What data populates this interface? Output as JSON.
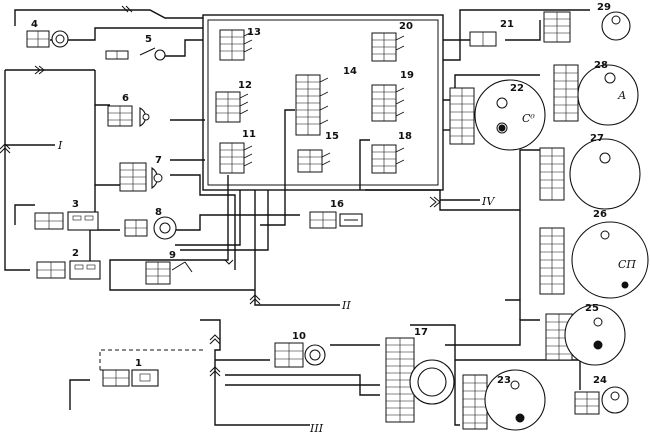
{
  "components": [
    {
      "id": "c1",
      "number": "1"
    },
    {
      "id": "c2",
      "number": "2"
    },
    {
      "id": "c3",
      "number": "3"
    },
    {
      "id": "c4",
      "number": "4"
    },
    {
      "id": "c5",
      "number": "5"
    },
    {
      "id": "c6",
      "number": "6"
    },
    {
      "id": "c7",
      "number": "7"
    },
    {
      "id": "c8",
      "number": "8"
    },
    {
      "id": "c9",
      "number": "9"
    },
    {
      "id": "c10",
      "number": "10"
    },
    {
      "id": "c11",
      "number": "11"
    },
    {
      "id": "c12",
      "number": "12"
    },
    {
      "id": "c13",
      "number": "13"
    },
    {
      "id": "c14",
      "number": "14"
    },
    {
      "id": "c15",
      "number": "15"
    },
    {
      "id": "c16",
      "number": "16"
    },
    {
      "id": "c17",
      "number": "17"
    },
    {
      "id": "c18",
      "number": "18"
    },
    {
      "id": "c19",
      "number": "19"
    },
    {
      "id": "c20",
      "number": "20"
    },
    {
      "id": "c21",
      "number": "21"
    },
    {
      "id": "c22",
      "number": "22"
    },
    {
      "id": "c23",
      "number": "23"
    },
    {
      "id": "c24",
      "number": "24"
    },
    {
      "id": "c25",
      "number": "25"
    },
    {
      "id": "c26",
      "number": "26"
    },
    {
      "id": "c27",
      "number": "27"
    },
    {
      "id": "c28",
      "number": "28"
    },
    {
      "id": "c29",
      "number": "29"
    }
  ],
  "harness_labels": {
    "I": "I",
    "II": "II",
    "III": "III",
    "IV": "IV"
  },
  "device_marks": {
    "c22": "C⁰",
    "c26": "СП",
    "c28": "А"
  }
}
